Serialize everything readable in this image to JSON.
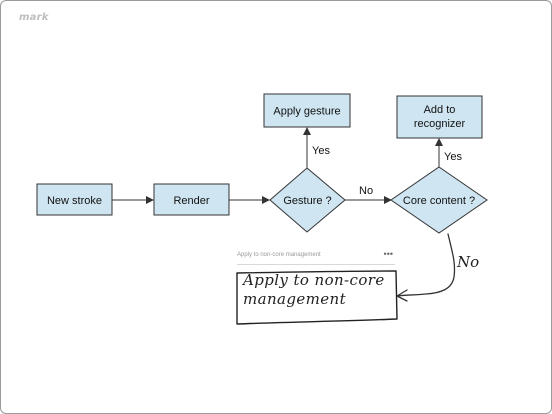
{
  "app": {
    "logo_text": "mark"
  },
  "colors": {
    "node_fill": "#cfe6f2",
    "node_stroke": "#333333",
    "edge": "#333333"
  },
  "nodes": {
    "new_stroke": "New stroke",
    "render": "Render",
    "gesture": "Gesture ?",
    "apply_gesture": "Apply gesture",
    "core_content": "Core content ?",
    "add_to_recognizer": [
      "Add to",
      "recognizer"
    ]
  },
  "edge_labels": {
    "gesture_yes": "Yes",
    "gesture_no": "No",
    "core_yes": "Yes",
    "core_no": "No"
  },
  "ink_card": {
    "title": "Apply to non-core management",
    "menu_glyph": "•••",
    "handwriting": "Apply to non-core management"
  }
}
